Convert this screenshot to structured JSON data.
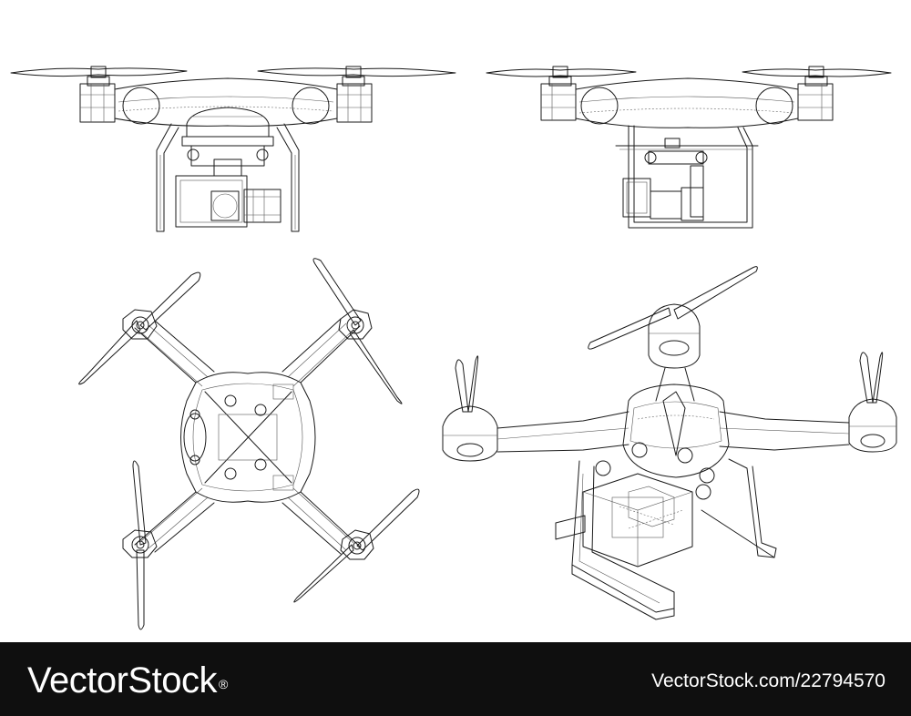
{
  "views": [
    {
      "id": "front",
      "label": ""
    },
    {
      "id": "side",
      "label": ""
    },
    {
      "id": "top",
      "label": ""
    },
    {
      "id": "perspective",
      "label": ""
    }
  ],
  "footer": {
    "brand": "VectorStock",
    "brand_mark": "®",
    "image_id": "VectorStock.com/22794570",
    "background": "#0f0f0f",
    "text_color": "#ffffff"
  },
  "colors": {
    "line": "#1a1a1a",
    "background": "#ffffff"
  }
}
